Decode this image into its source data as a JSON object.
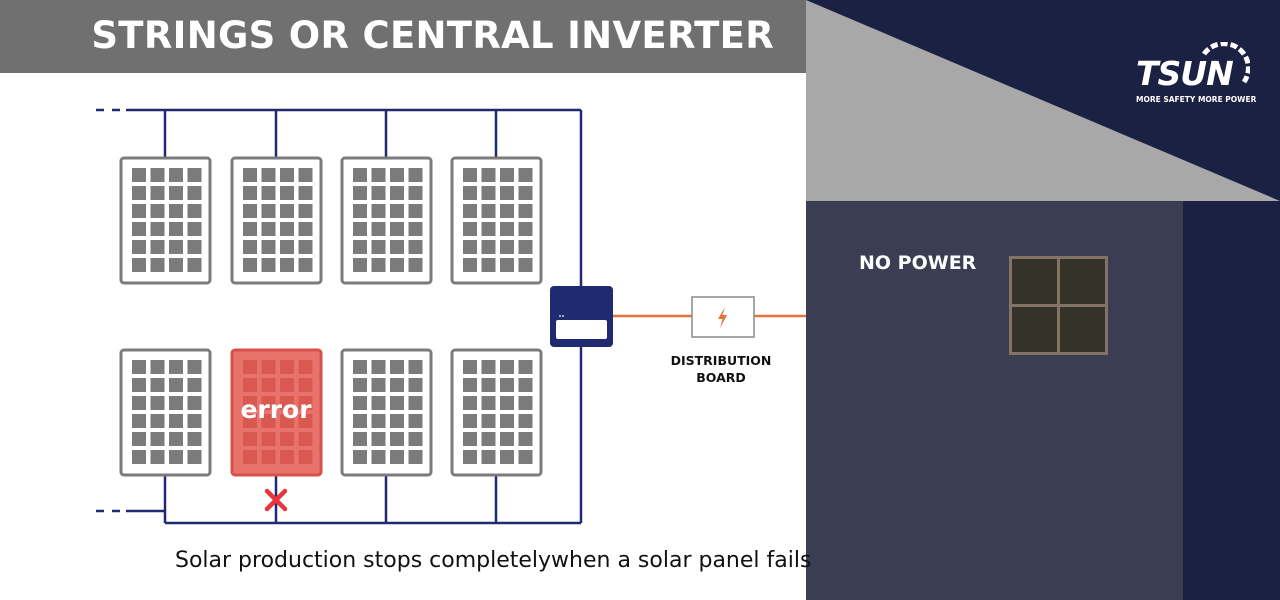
{
  "header": {
    "title": "STRINGS OR CENTRAL INVERTER"
  },
  "house": {
    "status_label": "NO POWER"
  },
  "distribution_board": {
    "label_line1": "DISTRIBUTION",
    "label_line2": "BOARD",
    "icon": "lightning-bolt-icon"
  },
  "panels": {
    "top_row": [
      {
        "state": "ok"
      },
      {
        "state": "ok"
      },
      {
        "state": "ok"
      },
      {
        "state": "ok"
      }
    ],
    "bottom_row": [
      {
        "state": "ok"
      },
      {
        "state": "error",
        "label": "error"
      },
      {
        "state": "ok"
      },
      {
        "state": "ok"
      }
    ]
  },
  "fault_marker": {
    "icon": "red-x-icon"
  },
  "caption": "Solar production stops completelywhen a solar panel fails",
  "logo": {
    "name": "TSUN",
    "text": "TSUN",
    "tagline": "MORE SAFETY MORE POWER"
  },
  "colors": {
    "title_bar": "#707070",
    "navy": "#1b2143",
    "house_wall": "#3b3e53",
    "roof": "#a8a8a8",
    "wire": "#1f2a70",
    "ac_line": "#e8733a",
    "panel_ok": "#7b7b7b",
    "panel_error": "#e8736c",
    "window": "#35322a"
  }
}
